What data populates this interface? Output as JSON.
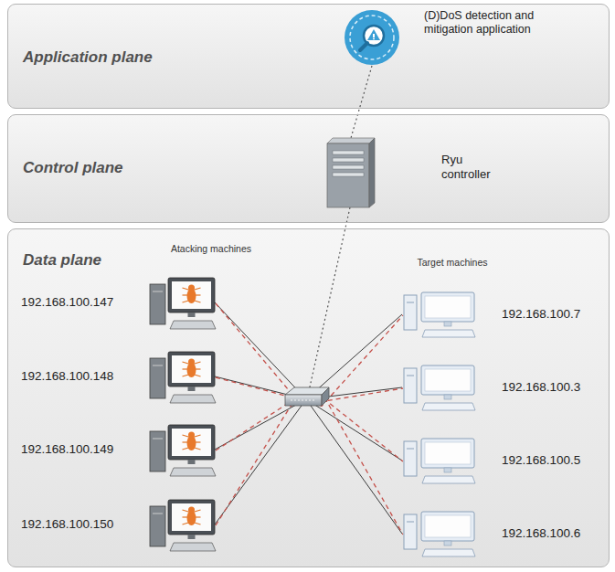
{
  "diagram": {
    "nodes": [
      {
        "text": [
          "Application plane"
        ]
      },
      {
        "text": [
          "(D)DoS detection and mitigation application"
        ],
        "in": 0
      },
      {
        "text": [
          "Control plane"
        ]
      },
      {
        "text": [
          "Ryu controller"
        ],
        "in": 2
      },
      {
        "text": [
          "Data plane"
        ]
      },
      {
        "text": [
          "192.168.100.147"
        ],
        "in": 4
      },
      {
        "text": [
          "192.168.100.148"
        ],
        "in": 4
      },
      {
        "text": [
          "192.168.100.149"
        ],
        "in": 4
      },
      {
        "text": [
          "192.168.100.150"
        ],
        "in": 4
      },
      {
        "text": [
          "192.168.100.7"
        ],
        "in": 4
      },
      {
        "text": [
          "192.168.100.3"
        ],
        "in": 4
      },
      {
        "text": [
          "192.168.100.5"
        ],
        "in": 4
      },
      {
        "text": [
          "192.168.100.6"
        ],
        "in": 4
      }
    ],
    "edges": [
      {
        "from": 1,
        "to": 3,
        "arrow": "none"
      },
      {
        "from": 5,
        "to": 9,
        "arrow": "none"
      },
      {
        "from": 6,
        "to": 10,
        "arrow": "none"
      },
      {
        "from": 7,
        "to": 11,
        "arrow": "none"
      },
      {
        "from": 8,
        "to": 12,
        "arrow": "none"
      }
    ],
    "labels": [
      "Atacking machines",
      "Target machines"
    ]
  }
}
